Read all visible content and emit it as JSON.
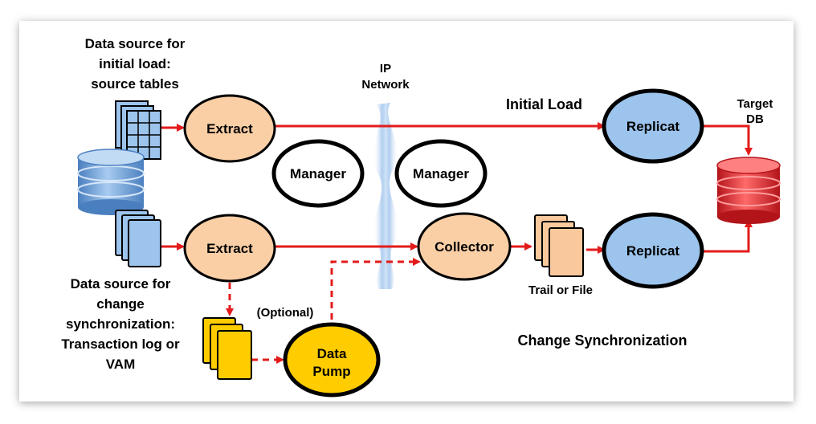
{
  "labels": {
    "initial_source": [
      "Data source for",
      "initial load:",
      "source tables"
    ],
    "change_source": [
      "Data source for",
      "change",
      "synchronization:",
      "Transaction log or",
      "VAM"
    ],
    "ip_network": [
      "IP",
      "Network"
    ],
    "initial_load": "Initial Load",
    "target_db": [
      "Target",
      "DB"
    ],
    "trail_or_file": "Trail or File",
    "optional": "(Optional)",
    "change_sync": "Change Synchronization"
  },
  "nodes": {
    "extract_top": "Extract",
    "extract_bottom": "Extract",
    "manager_left": "Manager",
    "manager_right": "Manager",
    "replicat_top": "Replicat",
    "collector": "Collector",
    "replicat_bottom": "Replicat",
    "data_pump": [
      "Data",
      "Pump"
    ]
  },
  "colors": {
    "arrow": "#e31b1b",
    "extract_fill": "#fbcfa6",
    "replicat_fill": "#9cc4ec",
    "pump_fill": "#ffcc00",
    "trail_fill": "#f9c89d",
    "log_fill": "#9cc4ec",
    "db_blue": "#6fa3d6",
    "db_red": "#e3262b"
  }
}
